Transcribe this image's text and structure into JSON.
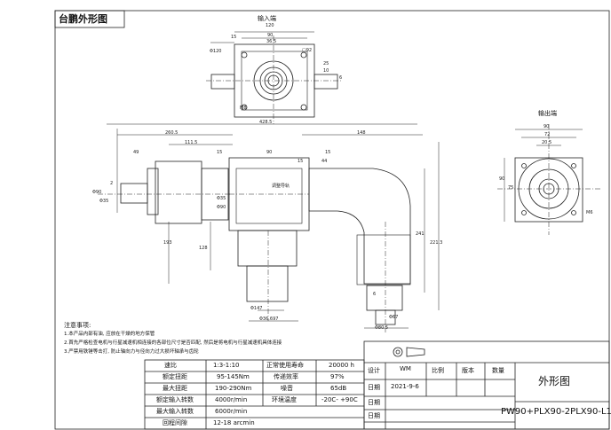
{
  "header": {
    "title": "台鹏外形图"
  },
  "views": {
    "input_label": "输入端",
    "output_label": "输出端",
    "adjust_label": "调整导轨"
  },
  "dims": {
    "top": [
      "120",
      "90",
      "36.5",
      "□92",
      "Φ120",
      "15",
      "25",
      "10",
      "6",
      "428.5",
      "M8"
    ],
    "side": [
      "260.5",
      "111.5",
      "49",
      "15",
      "15",
      "148",
      "44",
      "15",
      "2",
      "Φ90",
      "Φ35",
      "Φ35",
      "Φ90",
      "193",
      "128",
      "241",
      "221.3",
      "Φ147",
      "Φ36.697",
      "Φ67",
      "Φ80.5",
      "6",
      "90"
    ],
    "right": [
      "90",
      "72",
      "20.5",
      "75",
      "90",
      "M6"
    ]
  },
  "notes": {
    "title": "注意事项:",
    "lines": [
      "1.本产品内部有油, 应放在干燥的地方保管",
      "2.首先严格检查电机与行星减速机相连接的各部位尺寸是否匹配, 然后是将电机与行星减速机具体连接",
      "3.严禁用铁锤等击打, 防止轴向力与径向力过大损坏轴承与齿轮"
    ]
  },
  "specs": [
    {
      "label": "速比",
      "value": "1:3-1:10",
      "label2": "正常使用寿命",
      "value2": "20000 h"
    },
    {
      "label": "额定扭距",
      "value": "95-145Nm",
      "label2": "传递效率",
      "value2": "97%"
    },
    {
      "label": "最大扭距",
      "value": "190-290Nm",
      "label2": "噪音",
      "value2": "65dB"
    },
    {
      "label": "额定输入转数",
      "value": "4000r/min",
      "label2": "环境温度",
      "value2": "-20C- +90C"
    },
    {
      "label": "最大输入转数",
      "value": "6000r/min",
      "label2": "",
      "value2": ""
    },
    {
      "label": "回程间隙",
      "value": "12-18 arcmin",
      "label2": "",
      "value2": ""
    }
  ],
  "titleblock": {
    "design_label": "设计",
    "design_value": "WM",
    "ratio_label": "比例",
    "version_label": "版本",
    "qty_label": "数量",
    "date_label": "日期",
    "date_value": "2021-9-6",
    "date_label2": "日期",
    "date_label3": "日期",
    "sheet_name": "外形图",
    "model": "PW90+PLX90-2PLX90-L1"
  }
}
